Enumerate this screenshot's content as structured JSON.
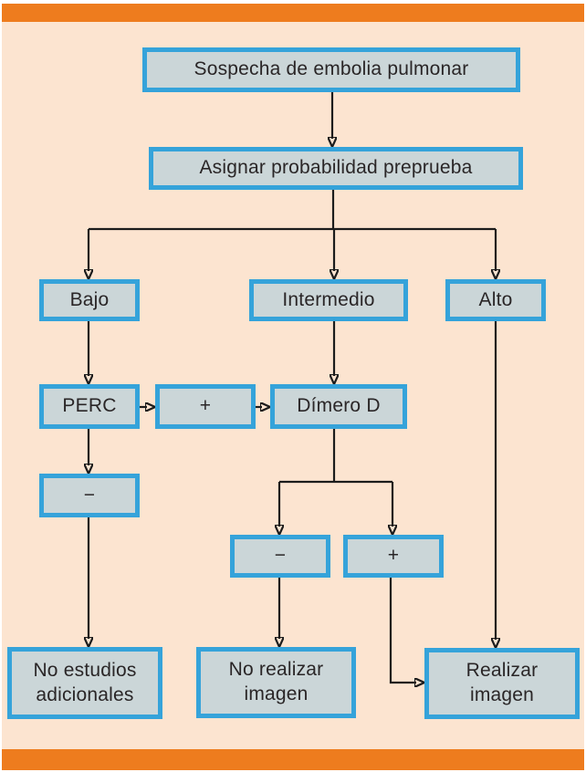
{
  "diagram": {
    "type": "flowchart",
    "language": "es",
    "nodes": {
      "sospecha": "Sospecha de embolia pulmonar",
      "asignar": "Asignar probabilidad preprueba",
      "bajo": "Bajo",
      "intermedio": "Intermedio",
      "alto": "Alto",
      "perc": "PERC",
      "perc_positivo": "+",
      "dimero": "Dímero D",
      "perc_negativo": "−",
      "dimero_negativo": "−",
      "dimero_positivo": "+",
      "no_estudios": "No estudios adicionales",
      "no_realizar": "No realizar imagen",
      "realizar": "Realizar imagen"
    },
    "edges": [
      {
        "from": "sospecha",
        "to": "asignar"
      },
      {
        "from": "asignar",
        "to": "bajo"
      },
      {
        "from": "asignar",
        "to": "intermedio"
      },
      {
        "from": "asignar",
        "to": "alto"
      },
      {
        "from": "bajo",
        "to": "perc"
      },
      {
        "from": "perc",
        "to": "perc_positivo"
      },
      {
        "from": "perc_positivo",
        "to": "dimero"
      },
      {
        "from": "intermedio",
        "to": "dimero"
      },
      {
        "from": "perc",
        "to": "perc_negativo"
      },
      {
        "from": "perc_negativo",
        "to": "no_estudios"
      },
      {
        "from": "dimero",
        "to": "dimero_negativo"
      },
      {
        "from": "dimero",
        "to": "dimero_positivo"
      },
      {
        "from": "dimero_negativo",
        "to": "no_realizar"
      },
      {
        "from": "dimero_positivo",
        "to": "realizar"
      },
      {
        "from": "alto",
        "to": "realizar"
      }
    ],
    "colors": {
      "frame_orange": "#ee7c1e",
      "background_peach": "#fce4d0",
      "node_fill": "#cbd6d8",
      "node_border": "#35a3da",
      "connector_black": "#1c1c1c",
      "text": "#2a2627"
    }
  }
}
